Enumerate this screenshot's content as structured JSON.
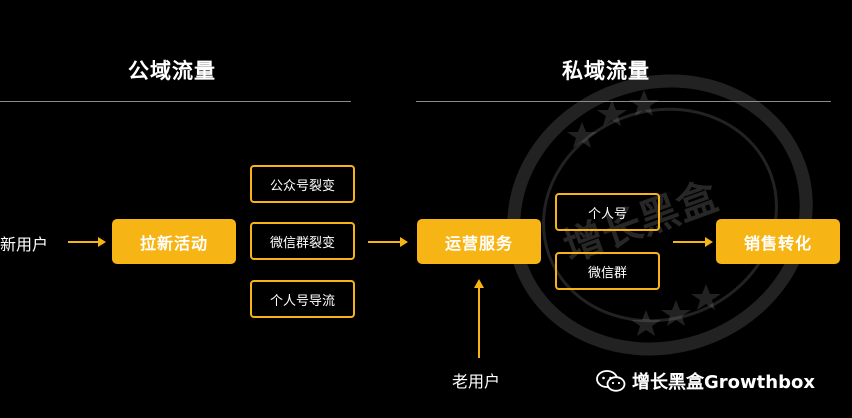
{
  "sections": {
    "public": {
      "title": "公域流量"
    },
    "private": {
      "title": "私域流量"
    }
  },
  "flow": {
    "new_users": "新用户",
    "acquisition": "拉新活动",
    "acquisition_channels": [
      "公众号裂变",
      "微信群裂变",
      "个人号导流"
    ],
    "operations": "运营服务",
    "operation_channels": [
      "个人号",
      "微信群"
    ],
    "conversion": "销售转化",
    "old_users": "老用户"
  },
  "watermark": {
    "text": "增长黑盒"
  },
  "branding": {
    "account_name": "增长黑盒Growthbox",
    "icon": "wechat-icon"
  },
  "colors": {
    "background": "#000000",
    "accent": "#f7b515",
    "text": "#ffffff",
    "rule": "#8a8a8a"
  }
}
